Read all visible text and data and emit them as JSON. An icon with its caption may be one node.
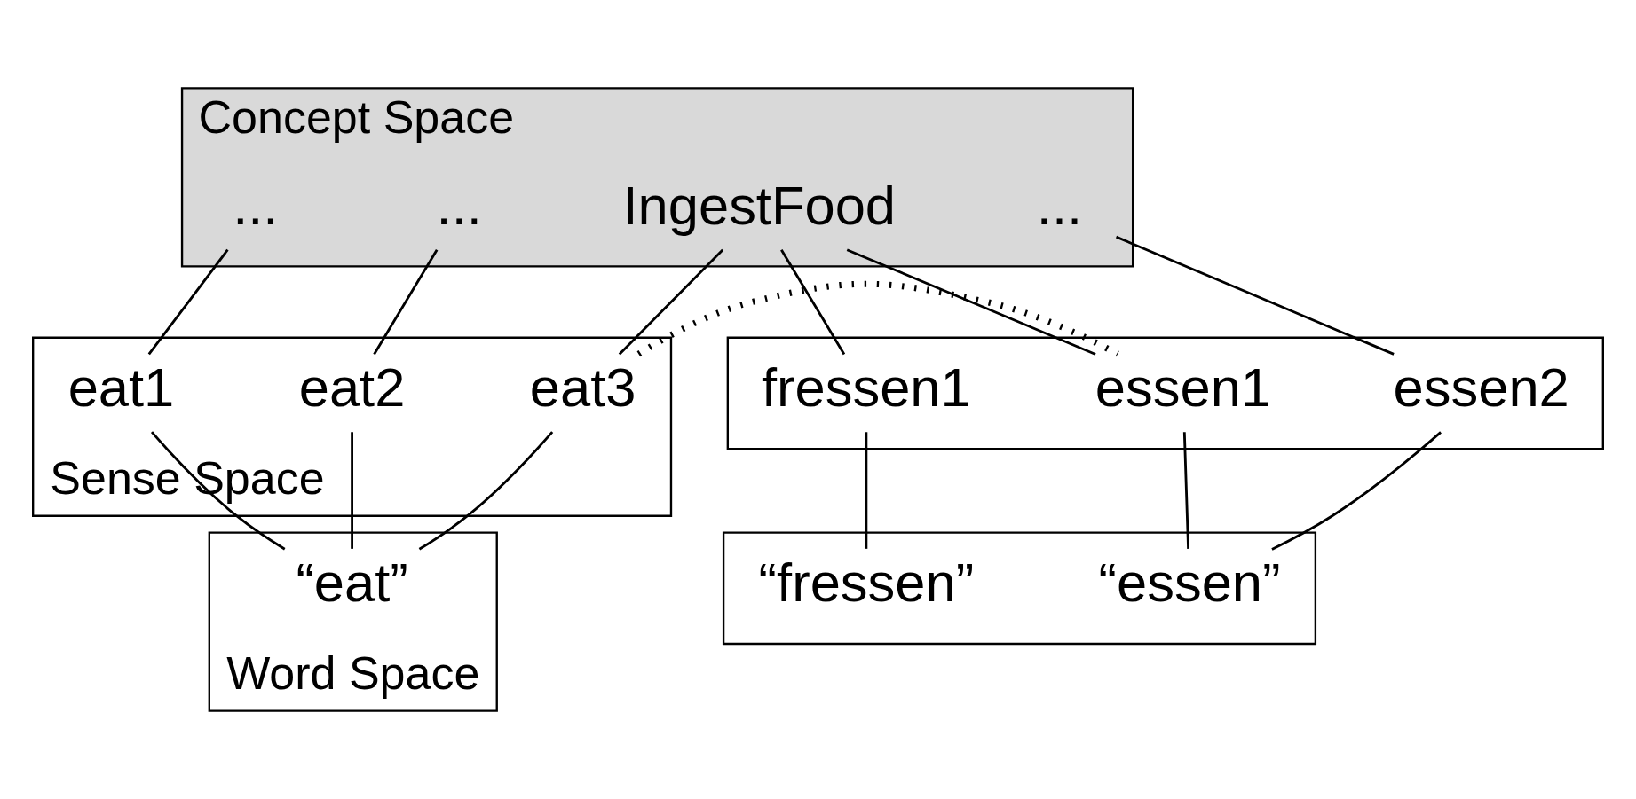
{
  "diagram": {
    "nodes": [
      {
        "text": [
          "Concept Space"
        ]
      },
      {
        "text": [
          "IngestFood"
        ],
        "in": 0
      },
      {
        "text": [
          "..."
        ],
        "in": 0
      },
      {
        "text": [
          "..."
        ],
        "in": 0
      },
      {
        "text": [
          "..."
        ],
        "in": 0
      },
      {
        "text": [
          "Sense Space"
        ]
      },
      {
        "text": [
          "eat1"
        ],
        "in": 5
      },
      {
        "text": [
          "eat2"
        ],
        "in": 5
      },
      {
        "text": [
          "eat3"
        ],
        "in": 5
      },
      {
        "text": [],
        "shape": "box"
      },
      {
        "text": [
          "essen1"
        ],
        "in": 9
      },
      {
        "text": [
          "essen2"
        ],
        "in": 9
      },
      {
        "text": [
          "fressen1"
        ],
        "in": 9
      },
      {
        "text": [
          "Word Space"
        ]
      },
      {
        "text": [
          "“eat”"
        ],
        "in": 13
      },
      {
        "text": [],
        "shape": "box"
      },
      {
        "text": [
          "“essen”"
        ],
        "in": 15
      },
      {
        "text": [
          "“fressen”"
        ],
        "in": 15
      }
    ],
    "edges": [
      {
        "from": 2,
        "to": 6,
        "arrow": "none"
      },
      {
        "from": 3,
        "to": 7,
        "arrow": "none"
      },
      {
        "from": 1,
        "to": 8,
        "arrow": "none"
      },
      {
        "from": 1,
        "to": 10,
        "arrow": "none"
      },
      {
        "from": 1,
        "to": 12,
        "arrow": "none"
      },
      {
        "from": 4,
        "to": 11,
        "arrow": "none"
      },
      {
        "from": 8,
        "to": 10,
        "arrow": "none",
        "style": "dashed"
      },
      {
        "from": 6,
        "to": 14,
        "arrow": "none"
      },
      {
        "from": 7,
        "to": 14,
        "arrow": "none"
      },
      {
        "from": 8,
        "to": 14,
        "arrow": "none"
      },
      {
        "from": 10,
        "to": 16,
        "arrow": "none"
      },
      {
        "from": 11,
        "to": 16,
        "arrow": "none"
      },
      {
        "from": 12,
        "to": 17,
        "arrow": "none"
      }
    ]
  }
}
